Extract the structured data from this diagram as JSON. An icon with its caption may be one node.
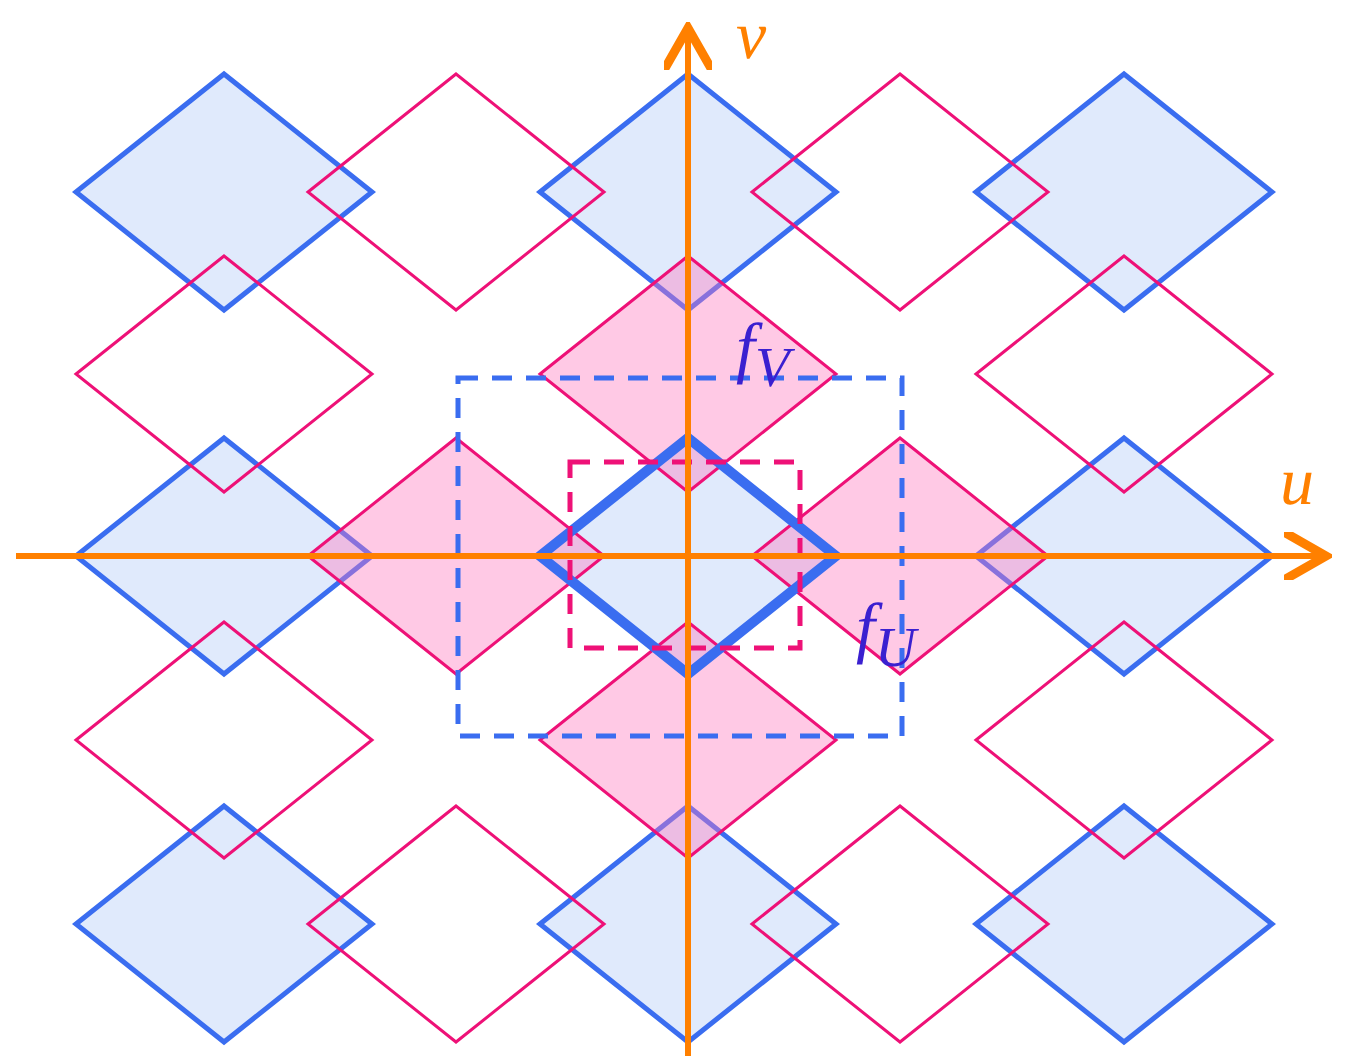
{
  "diagram": {
    "labels": [
      "v",
      "u",
      "f$_{V}$",
      "f$_{U}$"
    ]
  }
}
